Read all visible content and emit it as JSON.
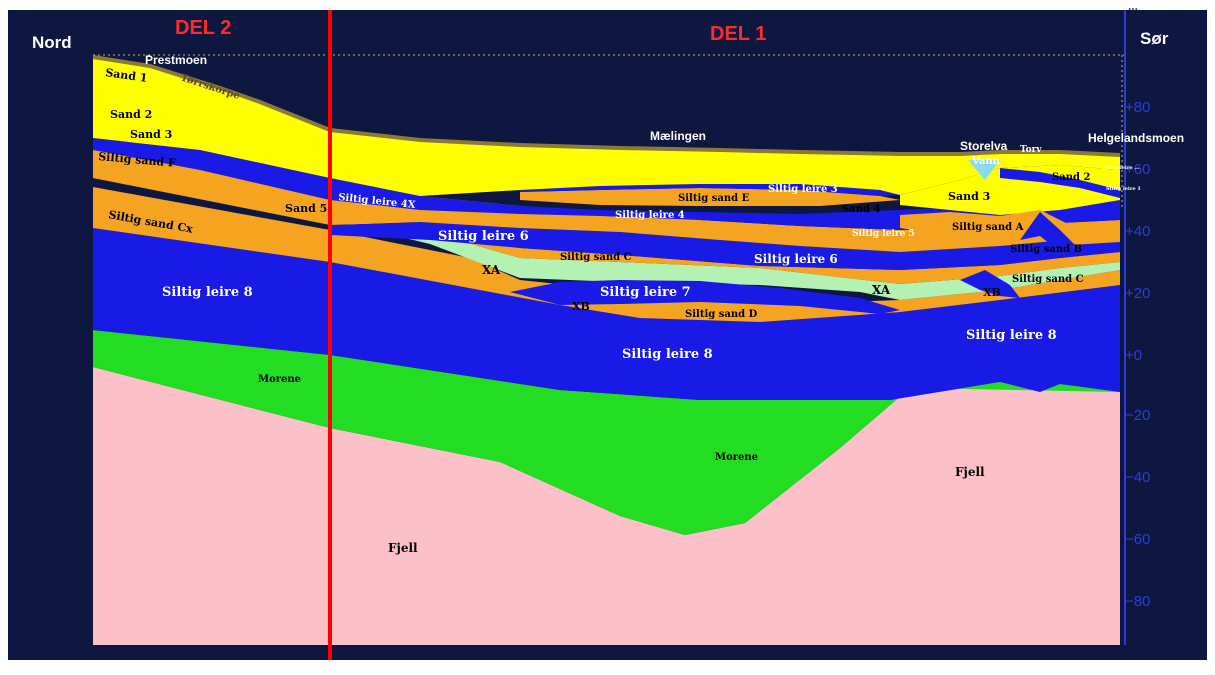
{
  "header": {
    "left_direction": "Nord",
    "right_direction": "Sør",
    "part_left": "DEL 2",
    "part_right": "DEL 1",
    "axis_title_partial": "..."
  },
  "axis": {
    "ticks": [
      "+80",
      "+60",
      "+40",
      "+20",
      "+0",
      "−20",
      "−40",
      "−60",
      "−80"
    ]
  },
  "places": {
    "prestmoen": "Prestmoen",
    "maelingen": "Mælingen",
    "storelva": "Storelva",
    "helgelandsmoen": "Helgelandsmoen",
    "torv": "Torv",
    "vann": "Vann",
    "torrskorpe": "Tørrskorpe"
  },
  "layers": {
    "sand_1": "Sand 1",
    "sand_2": "Sand 2",
    "sand_3": "Sand 3",
    "siltig_sand_f": "Siltig sand F",
    "sand_5": "Sand 5",
    "siltig_leire_4x": "Siltig leire 4X",
    "siltig_sand_cx": "Siltig sand Cx",
    "siltig_leire_6_left": "Siltig leire 6",
    "xa_left": "XA",
    "siltig_sand_c": "Siltig sand C",
    "siltig_leire_7": "Siltig leire 7",
    "xb_left": "XB",
    "siltig_sand_d": "Siltig sand D",
    "siltig_leire_8_left": "Siltig leire 8",
    "siltig_leire_8_mid": "Siltig leire 8",
    "siltig_leire_8_right": "Siltig leire 8",
    "siltig_sand_e": "Siltig sand E",
    "siltig_leire_3": "Siltig leire 3",
    "siltig_leire_4": "Siltig leire 4",
    "sand_4": "Sand 4",
    "siltig_leire_5": "Siltig leire 5",
    "siltig_leire_6_right": "Siltig leire 6",
    "sand_3_right": "Sand 3",
    "sand_2_right": "Sand 2",
    "siltig_sand_a": "Siltig sand A",
    "siltig_sand_b": "Siltig sand B",
    "siltig_sand_c_right": "Siltig sand C",
    "xa_right": "XA",
    "xb_right": "XB",
    "siltig_leire_tiny_1": "Siltig leire ...",
    "siltig_leire_tiny_2": "Siltig leire 1",
    "morene_left": "Morene",
    "morene_mid": "Morene",
    "fjell_left": "Fjell",
    "fjell_right": "Fjell"
  },
  "colors": {
    "background": "#0d1740",
    "panel": "#0c1a4a",
    "sand": "#ffff00",
    "siltig_sand": "#f5a422",
    "siltig_leire": "#1a1ae6",
    "light_layer": "#b4f2b4",
    "morene": "#22dd22",
    "fjell": "#fbc0c8",
    "surface": "#8a7a3a",
    "divider": "#ff0000",
    "part_label": "#ff2a2a",
    "axis": "#2a3fd8"
  }
}
